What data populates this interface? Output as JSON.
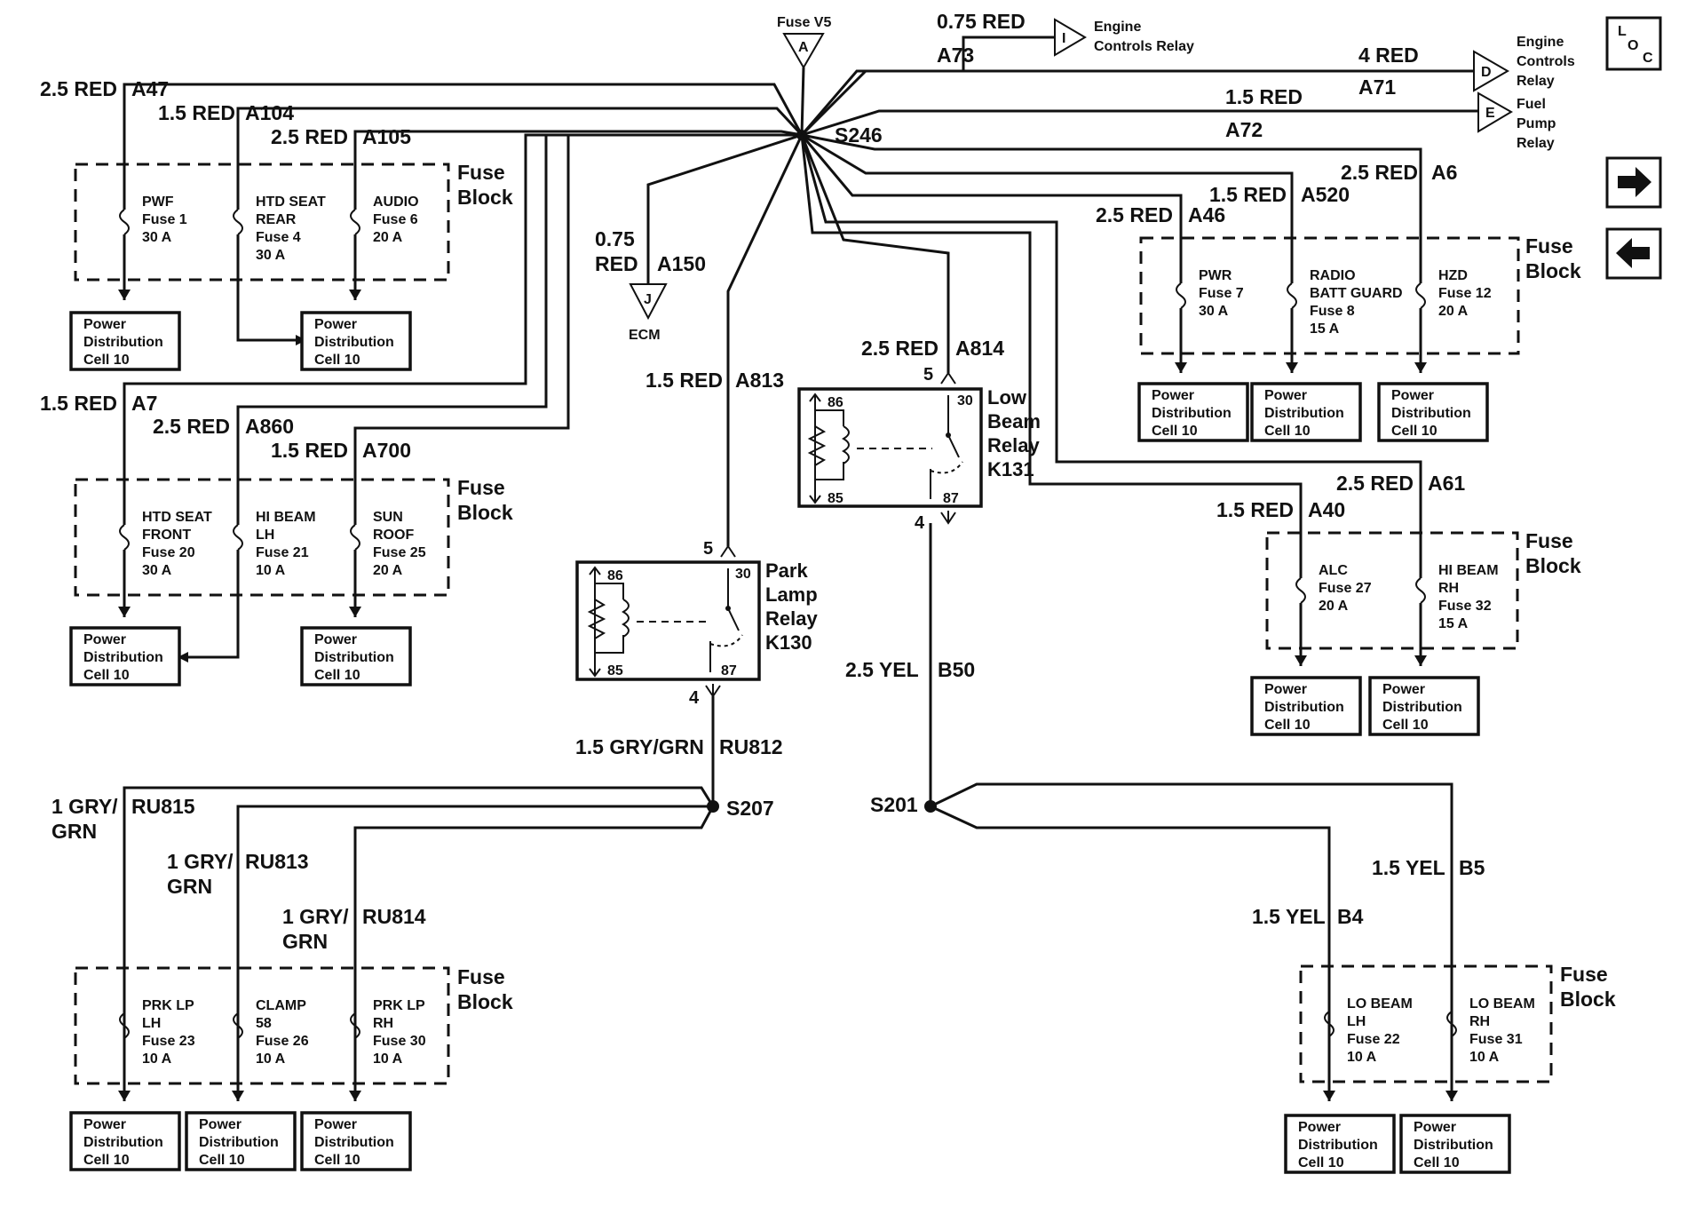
{
  "source": {
    "label": "Fuse V5",
    "letter": "A"
  },
  "splices": {
    "s246": "S246",
    "s207": "S207",
    "s201": "S201"
  },
  "loc_label": "L O C",
  "pdc": {
    "line1": "Power",
    "line2": "Distribution",
    "line3": "Cell 10"
  },
  "fuse_block_label": {
    "line1": "Fuse",
    "line2": "Block"
  },
  "connectors": [
    {
      "id": "i",
      "letter": "I",
      "line1": "Engine",
      "line2": "Controls Relay",
      "line3": ""
    },
    {
      "id": "d",
      "letter": "D",
      "line1": "Engine",
      "line2": "Controls",
      "line3": "Relay"
    },
    {
      "id": "e",
      "letter": "E",
      "line1": "Fuel",
      "line2": "Pump",
      "line3": "Relay"
    },
    {
      "id": "j",
      "letter": "J",
      "line1": "ECM",
      "line2": "",
      "line3": ""
    }
  ],
  "wires": {
    "a47": {
      "spec": "2.5 RED",
      "circuit": "A47"
    },
    "a104": {
      "spec": "1.5 RED",
      "circuit": "A104"
    },
    "a105": {
      "spec": "2.5 RED",
      "circuit": "A105"
    },
    "a73": {
      "spec": "0.75 RED",
      "circuit": "A73"
    },
    "a71": {
      "spec": "4 RED",
      "circuit": "A71"
    },
    "a72": {
      "spec": "1.5 RED",
      "circuit": "A72"
    },
    "a6": {
      "spec": "2.5 RED",
      "circuit": "A6"
    },
    "a520": {
      "spec": "1.5 RED",
      "circuit": "A520"
    },
    "a46": {
      "spec": "2.5 RED",
      "circuit": "A46"
    },
    "a150": {
      "spec1": "0.75",
      "spec2": "RED",
      "circuit": "A150"
    },
    "a813": {
      "spec": "1.5 RED",
      "circuit": "A813"
    },
    "a814": {
      "spec": "2.5 RED",
      "circuit": "A814"
    },
    "a7": {
      "spec": "1.5 RED",
      "circuit": "A7"
    },
    "a860": {
      "spec": "2.5 RED",
      "circuit": "A860"
    },
    "a700": {
      "spec": "1.5 RED",
      "circuit": "A700"
    },
    "a61": {
      "spec": "2.5 RED",
      "circuit": "A61"
    },
    "a40": {
      "spec": "1.5 RED",
      "circuit": "A40"
    },
    "b50": {
      "spec": "2.5 YEL",
      "circuit": "B50"
    },
    "ru812": {
      "spec": "1.5 GRY/GRN",
      "circuit": "RU812"
    },
    "ru815": {
      "spec1": "1 GRY/",
      "spec2": "GRN",
      "circuit": "RU815"
    },
    "ru813": {
      "spec1": "1 GRY/",
      "spec2": "GRN",
      "circuit": "RU813"
    },
    "ru814": {
      "spec1": "1 GRY/",
      "spec2": "GRN",
      "circuit": "RU814"
    },
    "b5": {
      "spec": "1.5 YEL",
      "circuit": "B5"
    },
    "b4": {
      "spec": "1.5 YEL",
      "circuit": "B4"
    }
  },
  "fuses": {
    "f1": {
      "l1": "PWF",
      "l2": "Fuse 1",
      "l3": "30 A",
      "l4": ""
    },
    "f4": {
      "l1": "HTD SEAT",
      "l2": "REAR",
      "l3": "Fuse 4",
      "l4": "30 A"
    },
    "f6": {
      "l1": "AUDIO",
      "l2": "Fuse 6",
      "l3": "20 A",
      "l4": ""
    },
    "f7": {
      "l1": "PWR",
      "l2": "Fuse 7",
      "l3": "30 A",
      "l4": ""
    },
    "f8": {
      "l1": "RADIO",
      "l2": "BATT GUARD",
      "l3": "Fuse 8",
      "l4": "15 A"
    },
    "f12": {
      "l1": "HZD",
      "l2": "Fuse 12",
      "l3": "20 A",
      "l4": ""
    },
    "f20": {
      "l1": "HTD SEAT",
      "l2": "FRONT",
      "l3": "Fuse 20",
      "l4": "30 A"
    },
    "f21": {
      "l1": "HI BEAM",
      "l2": "LH",
      "l3": "Fuse 21",
      "l4": "10 A"
    },
    "f25": {
      "l1": "SUN",
      "l2": "ROOF",
      "l3": "Fuse 25",
      "l4": "20 A"
    },
    "f27": {
      "l1": "ALC",
      "l2": "Fuse 27",
      "l3": "20 A",
      "l4": ""
    },
    "f32": {
      "l1": "HI BEAM",
      "l2": "RH",
      "l3": "Fuse 32",
      "l4": "15 A"
    },
    "f23": {
      "l1": "PRK LP",
      "l2": "LH",
      "l3": "Fuse 23",
      "l4": "10 A"
    },
    "f26": {
      "l1": "CLAMP",
      "l2": "58",
      "l3": "Fuse 26",
      "l4": "10 A"
    },
    "f30": {
      "l1": "PRK LP",
      "l2": "RH",
      "l3": "Fuse 30",
      "l4": "10 A"
    },
    "f22": {
      "l1": "LO BEAM",
      "l2": "LH",
      "l3": "Fuse 22",
      "l4": "10 A"
    },
    "f31": {
      "l1": "LO BEAM",
      "l2": "RH",
      "l3": "Fuse 31",
      "l4": "10 A"
    }
  },
  "relays": {
    "k131": {
      "l1": "Low",
      "l2": "Beam",
      "l3": "Relay",
      "l4": "K131",
      "p86": "86",
      "p85": "85",
      "p30": "30",
      "p87": "87",
      "top": "5",
      "bottom": "4"
    },
    "k130": {
      "l1": "Park",
      "l2": "Lamp",
      "l3": "Relay",
      "l4": "K130",
      "p86": "86",
      "p85": "85",
      "p30": "30",
      "p87": "87",
      "top": "5",
      "bottom": "4"
    }
  }
}
